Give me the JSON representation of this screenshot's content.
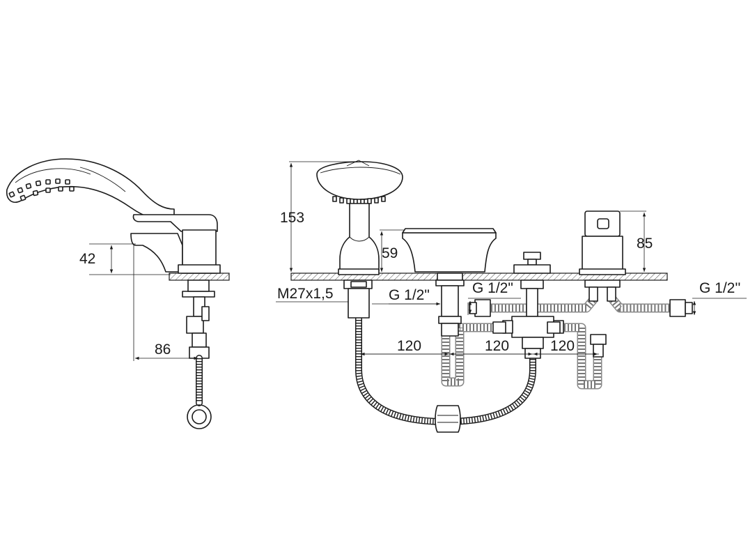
{
  "labels": {
    "dim_42": "42",
    "dim_86": "86",
    "dim_153": "153",
    "dim_59": "59",
    "dim_85": "85",
    "thread_m27": "M27x1,5",
    "thread_g12_a": "G 1/2\"",
    "thread_g12_b": "G 1/2\"",
    "thread_g12_c": "G 1/2''",
    "spacing_1": "120",
    "spacing_2": "120",
    "spacing_3": "120"
  }
}
